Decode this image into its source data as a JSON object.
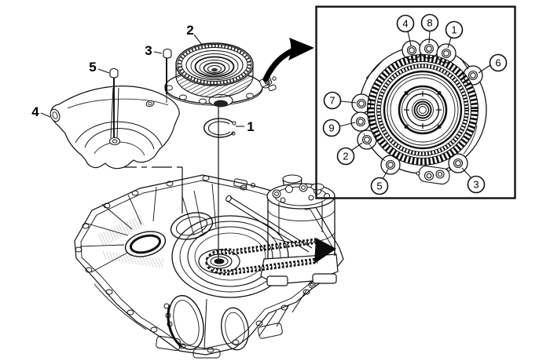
{
  "diagram": {
    "background_color": "#ffffff",
    "line_color": "#111111",
    "accent_color": "#000000",
    "exploded_view": {
      "callouts": [
        {
          "label": "1"
        },
        {
          "label": "2"
        },
        {
          "label": "3"
        },
        {
          "label": "4"
        },
        {
          "label": "5"
        }
      ]
    },
    "detail_view": {
      "callouts": [
        {
          "label": "4"
        },
        {
          "label": "8"
        },
        {
          "label": "1"
        },
        {
          "label": "6"
        },
        {
          "label": "7"
        },
        {
          "label": "9"
        },
        {
          "label": "2"
        },
        {
          "label": "5"
        },
        {
          "label": "3"
        }
      ]
    }
  }
}
